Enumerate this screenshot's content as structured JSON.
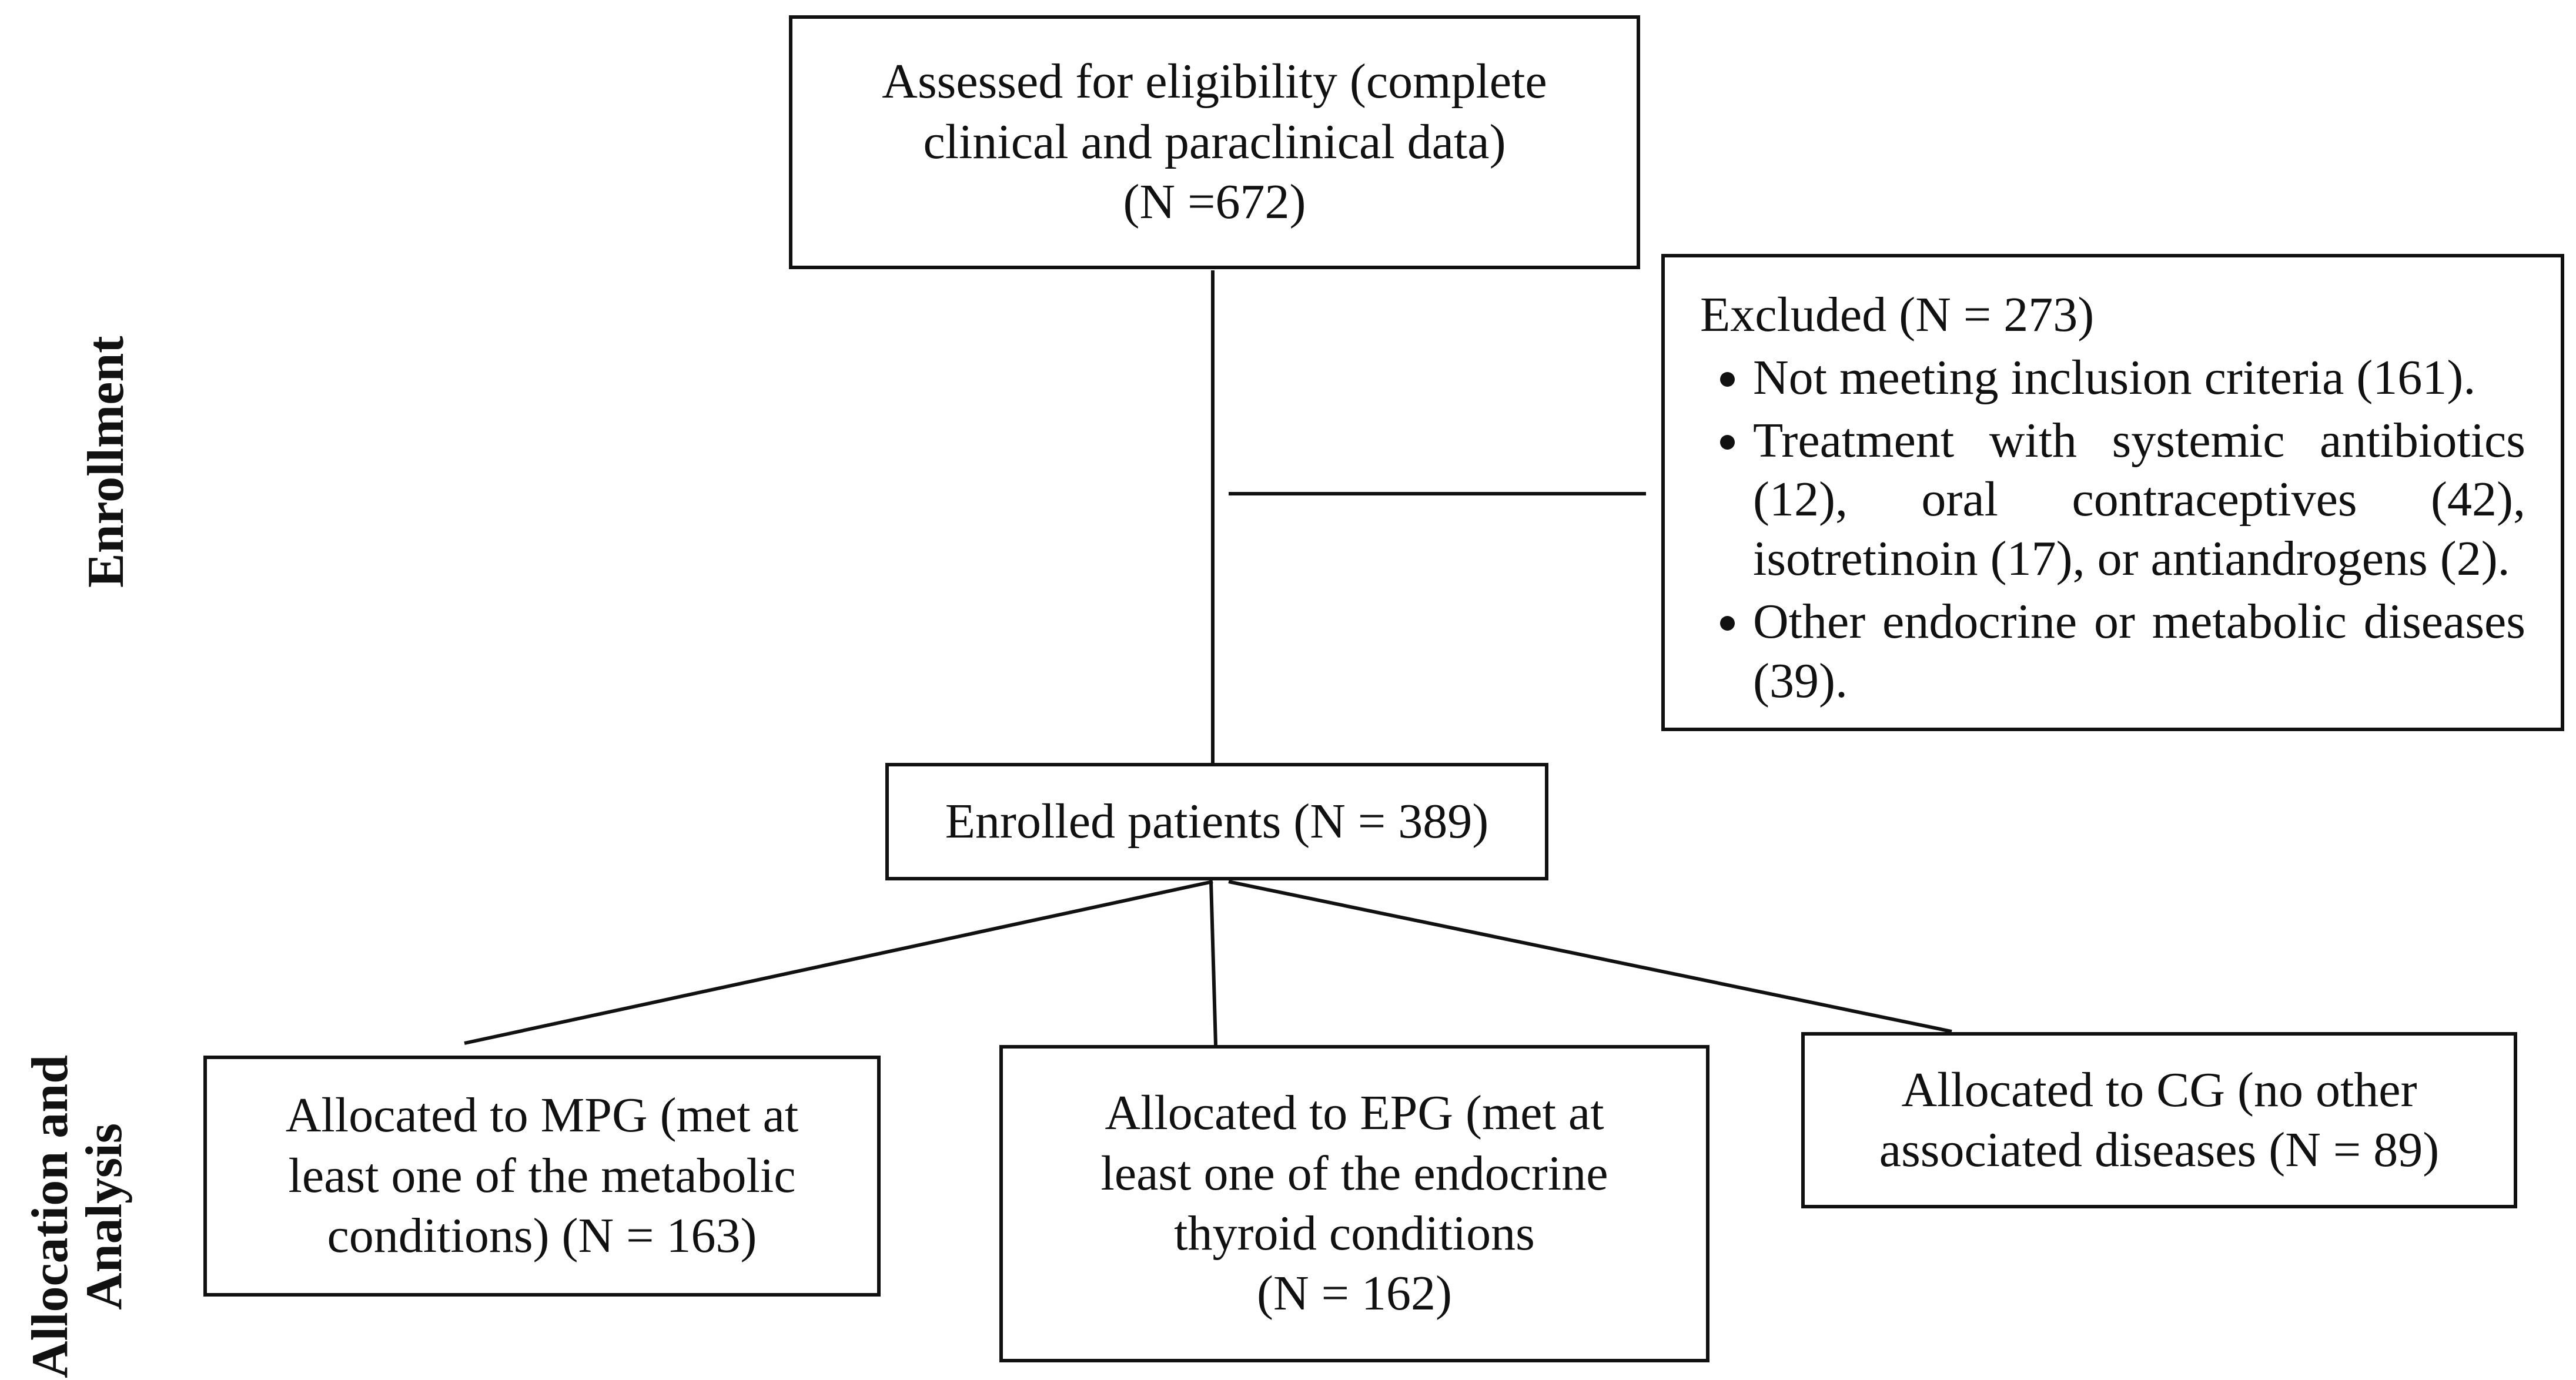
{
  "labels": {
    "enrollment": "Enrollment",
    "allocation_line1": "Allocation and",
    "allocation_line2": "Analysis"
  },
  "boxes": {
    "assessed": [
      "Assessed for eligibility (complete",
      "clinical and paraclinical data)",
      "(N =672)"
    ],
    "excluded": {
      "title": "Excluded (N = 273)",
      "items": [
        "Not meeting inclusion criteria (161).",
        "Treatment with systemic antibiotics (12), oral contraceptives (42), isotretinoin (17), or antiandrogens (2).",
        "Other endocrine or metabolic diseases (39)."
      ]
    },
    "enrolled": "Enrolled patients (N = 389)",
    "mpg": [
      "Allocated to MPG (met at",
      "least one of the metabolic",
      "conditions) (N = 163)"
    ],
    "epg": [
      "Allocated to EPG (met at",
      "least one of the endocrine",
      "thyroid conditions",
      "(N = 162)"
    ],
    "cg": [
      "Allocated to CG (no other",
      "associated diseases (N = 89)"
    ]
  }
}
